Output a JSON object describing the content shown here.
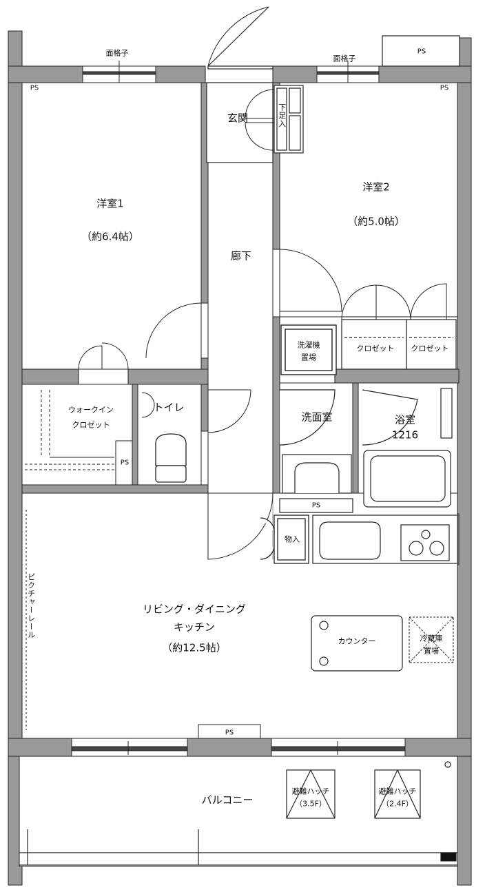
{
  "floorplan": {
    "rooms": {
      "western1": {
        "name": "洋室1",
        "size": "（約6.4帖）"
      },
      "western2": {
        "name": "洋室2",
        "size": "（約5.0帖）"
      },
      "entrance": "玄関",
      "shoe_storage": "下足入",
      "hallway": "廊下",
      "walk_in_closet": {
        "line1": "ウォークイン",
        "line2": "クロゼット"
      },
      "toilet": "トイレ",
      "washroom": "洗面室",
      "bathroom": {
        "name": "浴室",
        "size": "1216"
      },
      "washer": {
        "line1": "洗濯機",
        "line2": "置場"
      },
      "closet_a": "クロゼット",
      "closet_b": "クロゼット",
      "storage": "物入",
      "ldk": {
        "line1": "リビング・ダイニング",
        "line2": "キッチン",
        "size": "（約12.5帖）"
      },
      "counter": "カウンター",
      "fridge": {
        "line1": "冷蔵庫",
        "line2": "置場"
      },
      "balcony": "バルコニー",
      "hatch_a": {
        "line1": "避難ハッチ",
        "line2": "（3.5F）"
      },
      "hatch_b": {
        "line1": "避難ハッチ",
        "line2": "（2.4F）"
      }
    },
    "labels": {
      "lattice_left": "面格子",
      "lattice_right": "面格子",
      "picture_rail": "ピクチャーレール",
      "ps": "PS"
    }
  }
}
